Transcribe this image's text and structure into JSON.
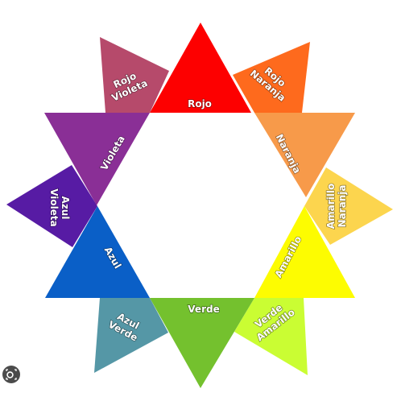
{
  "segments": [
    {
      "id": "rojo",
      "lines": [
        "Rojo"
      ],
      "color": "#fd0000"
    },
    {
      "id": "rojo-naranja",
      "lines": [
        "Rojo",
        "Naranja"
      ],
      "color": "#fe6a1d"
    },
    {
      "id": "naranja",
      "lines": [
        "Naranja"
      ],
      "color": "#f79a4a"
    },
    {
      "id": "amarillo-naranja",
      "lines": [
        "Amarillo",
        "Naranja"
      ],
      "color": "#fcd54e"
    },
    {
      "id": "amarillo",
      "lines": [
        "Amarillo"
      ],
      "color": "#fdfc01"
    },
    {
      "id": "verde-amarillo",
      "lines": [
        "Verde",
        "Amarillo"
      ],
      "color": "#cafd33"
    },
    {
      "id": "verde",
      "lines": [
        "Verde"
      ],
      "color": "#74c12e"
    },
    {
      "id": "azul-verde",
      "lines": [
        "Azul",
        "Verde"
      ],
      "color": "#5597a6"
    },
    {
      "id": "azul",
      "lines": [
        "Azul"
      ],
      "color": "#0a5fc7"
    },
    {
      "id": "azul-violeta",
      "lines": [
        "Azul",
        "Violeta"
      ],
      "color": "#571ba4"
    },
    {
      "id": "violeta",
      "lines": [
        "Violeta"
      ],
      "color": "#8a2f96"
    },
    {
      "id": "rojo-violeta",
      "lines": [
        "Rojo",
        "Violeta"
      ],
      "color": "#b64a6b"
    }
  ],
  "lens_icon": "lens-icon"
}
